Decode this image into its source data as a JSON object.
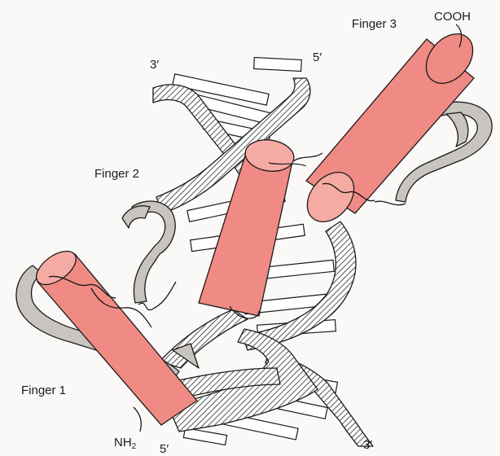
{
  "labels": {
    "finger1": "Finger 1",
    "finger2": "Finger 2",
    "finger3": "Finger 3",
    "cooh": "COOH",
    "nh2_main": "NH",
    "nh2_sub": "2",
    "top_left_end": "3′",
    "top_right_end": "5′",
    "bottom_left_end": "5′",
    "bottom_right_end": "3′"
  },
  "colors": {
    "helix_fill": "#f08a84",
    "helix_edge": "#1a1a1a",
    "sheet_fill": "#c8c5be",
    "dna_hatch": "#2a2a2a",
    "background": "#fbf9f7"
  }
}
